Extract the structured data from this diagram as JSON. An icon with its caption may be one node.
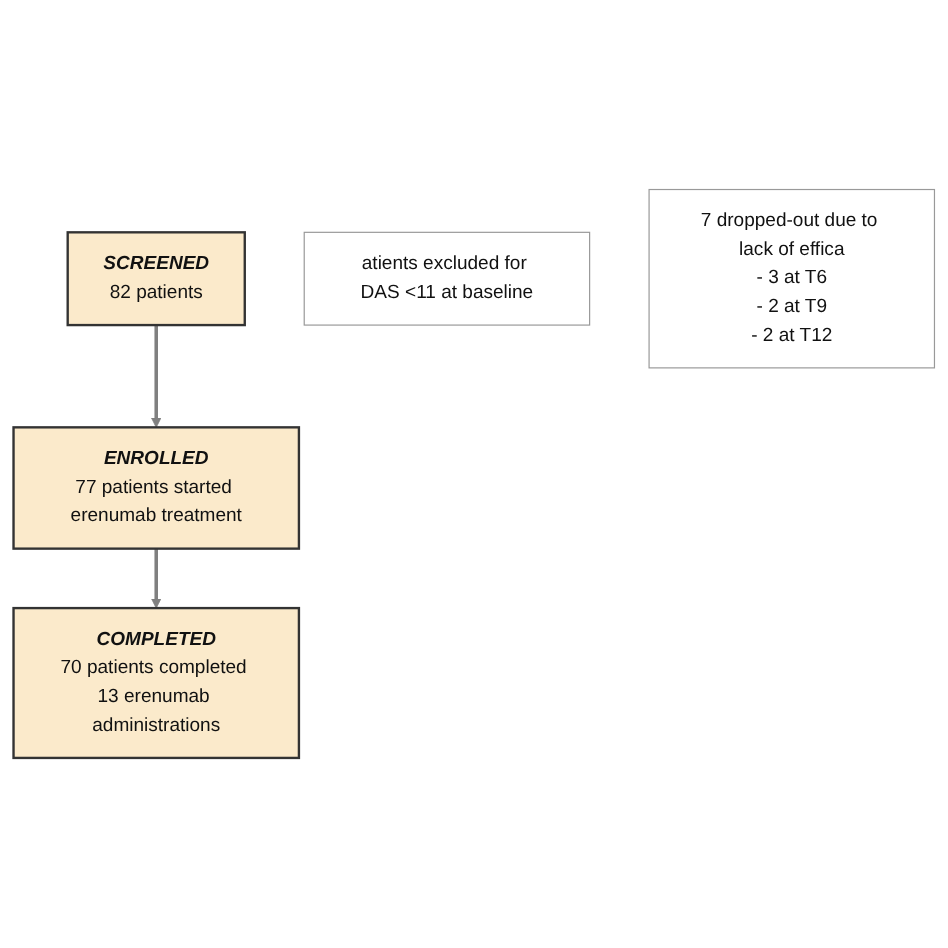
{
  "diagram": {
    "nodes": [
      {
        "text": [
          "SCREENED",
          "82 patients"
        ]
      },
      {
        "text": [
          "atients excluded for DAS <11 at baseline"
        ]
      },
      {
        "text": [
          "ENROLLED",
          "77 patients started erenumab treatment"
        ]
      },
      {
        "text": [
          "7 dropped-out due to lack of effica",
          "- 3 at T6",
          "- 2 at T9",
          "- 2 at T12"
        ]
      },
      {
        "text": [
          "COMPLETED",
          "70 patients completed 13 erenumab administrations"
        ]
      }
    ],
    "edges": [
      {
        "from": 0,
        "to": 2,
        "arrow": "to"
      },
      {
        "from": 2,
        "to": 4,
        "arrow": "to"
      }
    ]
  }
}
